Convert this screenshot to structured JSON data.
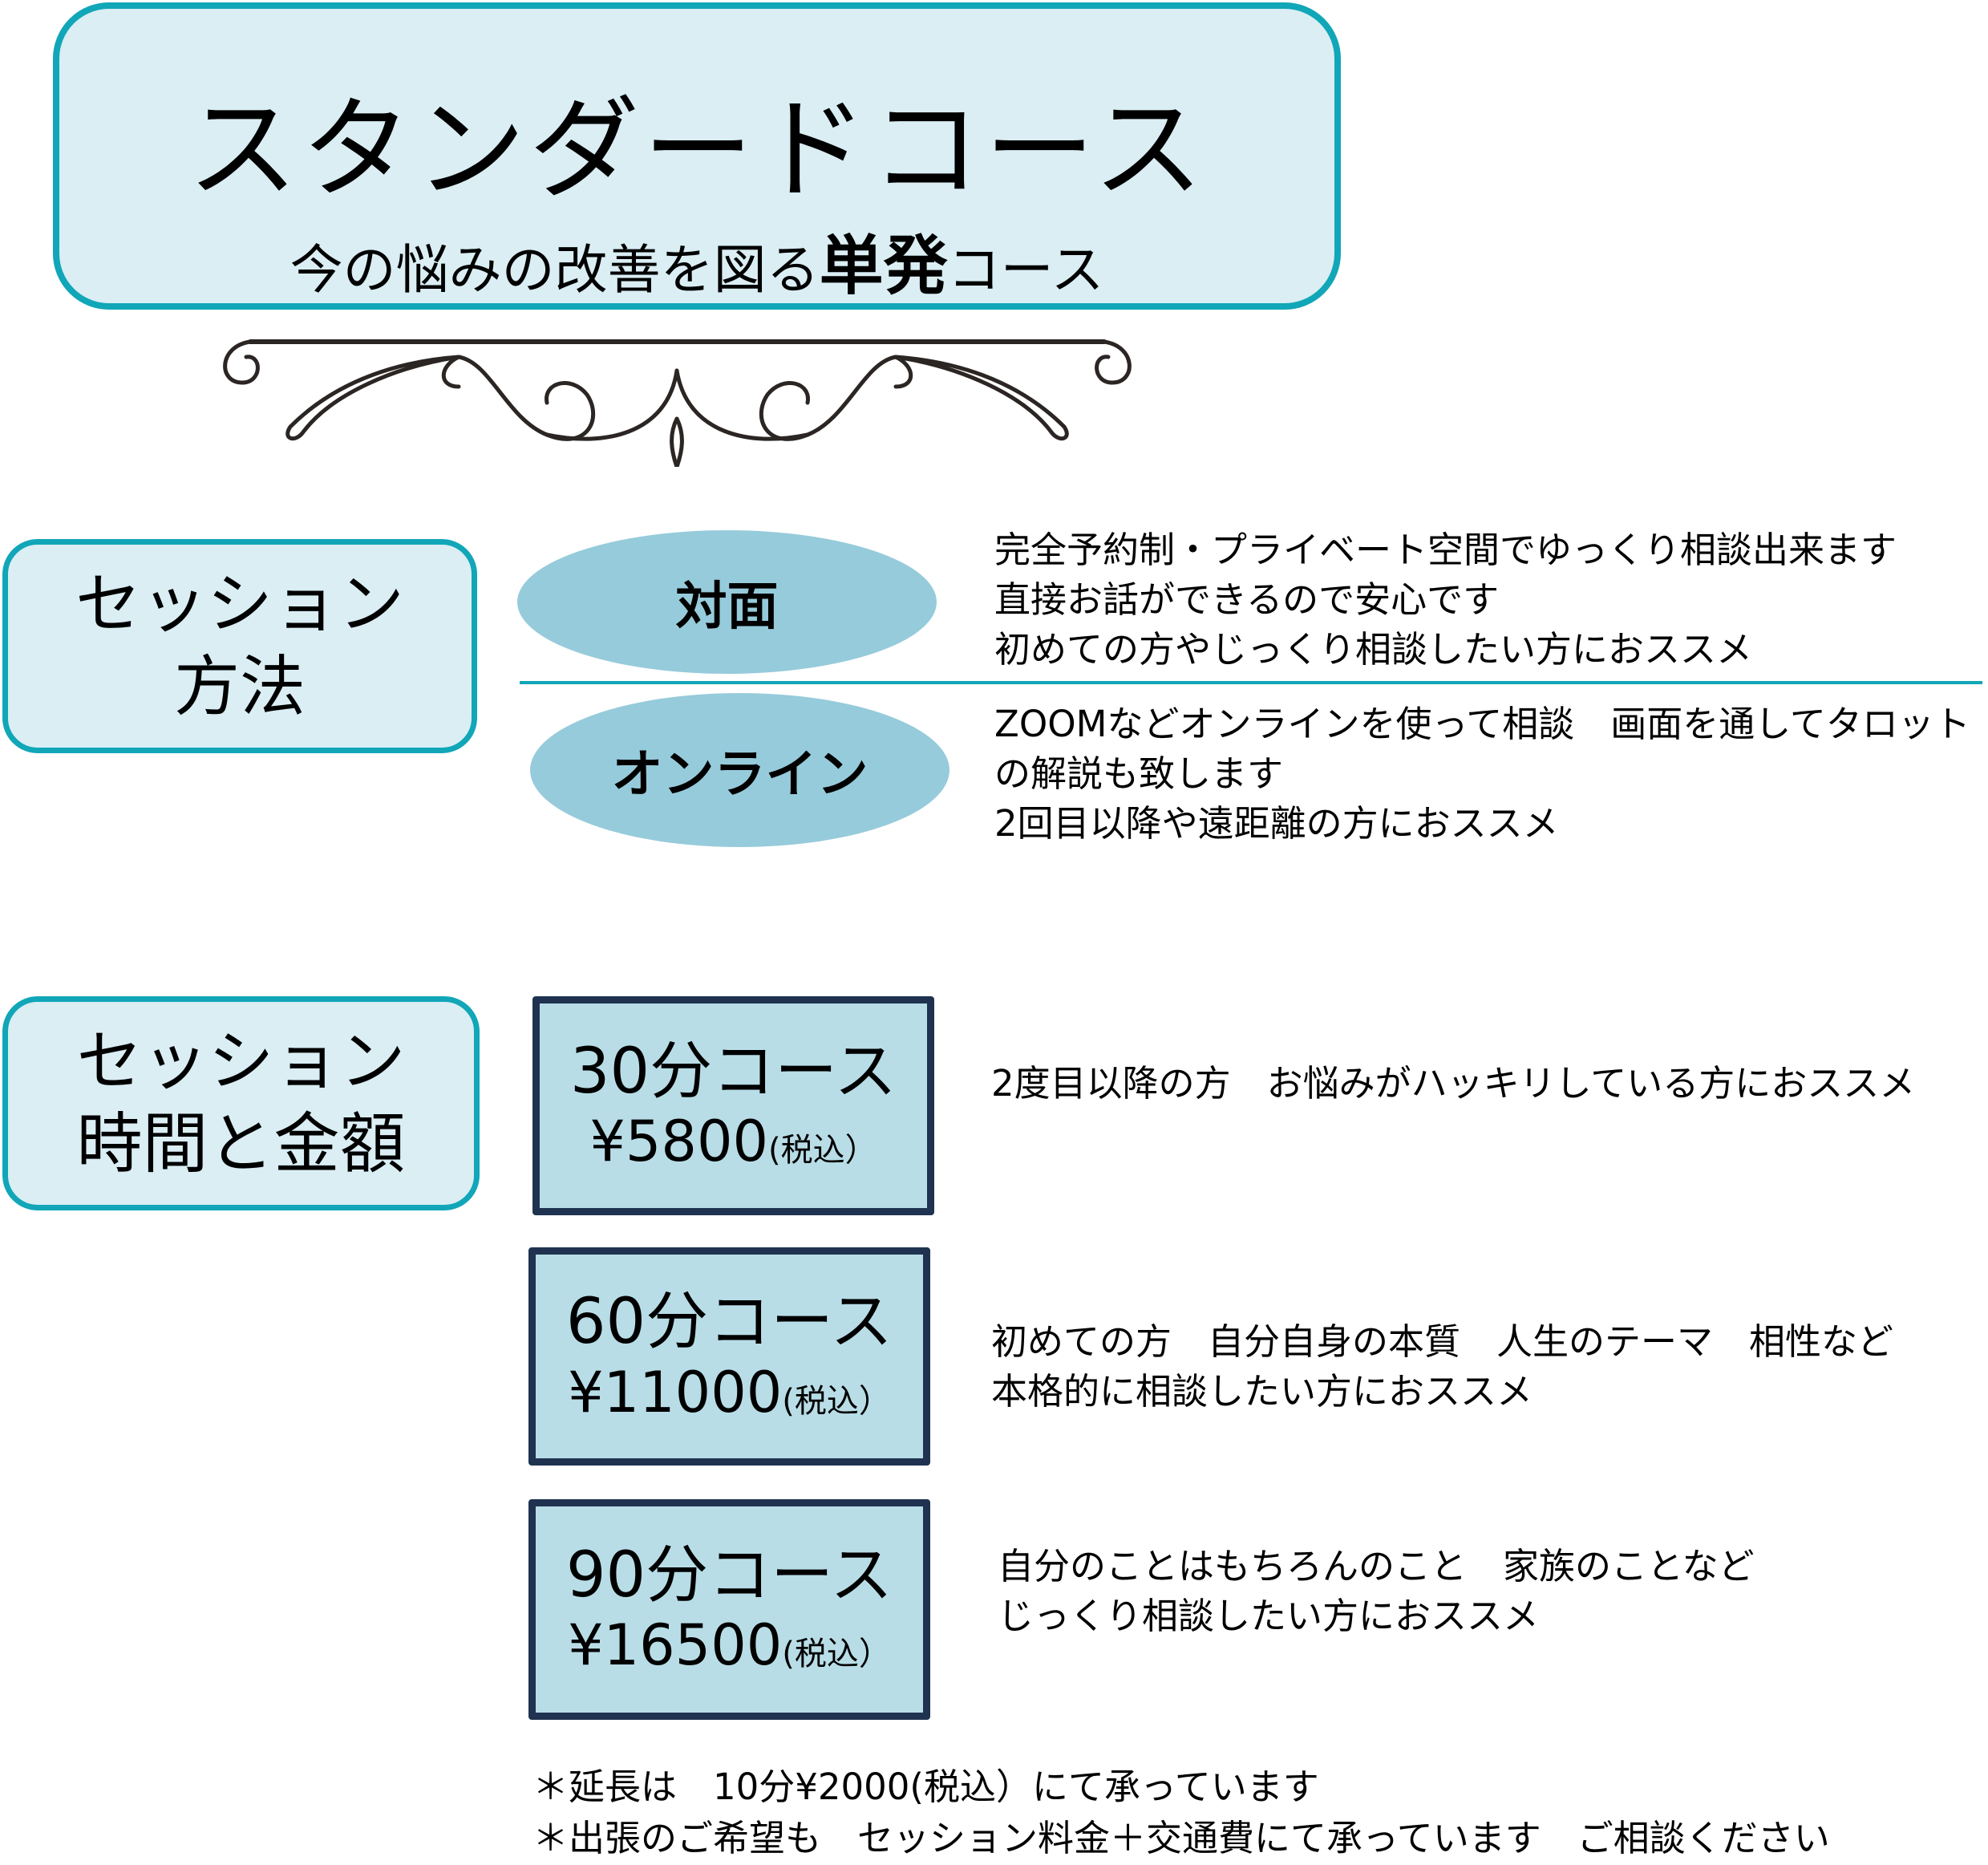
{
  "header": {
    "title": "スタンダードコース",
    "subtitle_prefix": "今の悩みの改善を図る",
    "subtitle_bold": "単発",
    "subtitle_suffix": "コース"
  },
  "ornament": {
    "icon": "scroll-ornament-divider"
  },
  "colors": {
    "accent_teal": "#11a6b8",
    "label_fill": "#daeef4",
    "ellipse_fill": "#96cbdb",
    "course_fill": "#b8dde7",
    "course_border": "#1f3350"
  },
  "method_section": {
    "label_line1": "セッション",
    "label_line2": "方法",
    "methods": [
      {
        "name": "対面",
        "lines": [
          "完全予約制・プライベート空間でゆっくり相談出来ます",
          "直接お話ができるので安心です",
          "初めての方やじっくり相談したい方におススメ"
        ]
      },
      {
        "name": "オンライン",
        "lines": [
          "ZOOMなどオンラインを使って相談　画面を通してタロット",
          "の解説も致します",
          "2回目以降や遠距離の方におススメ"
        ]
      }
    ]
  },
  "time_section": {
    "label_line1": "セッション",
    "label_line2": "時間と金額",
    "courses": [
      {
        "name": "30分コース",
        "price": "¥5800",
        "tax": "(税込）",
        "lines": [
          "2度目以降の方　お悩みがハッキリしている方におススメ"
        ]
      },
      {
        "name": "60分コース",
        "price": "¥11000",
        "tax": "(税込）",
        "lines": [
          "初めての方　自分自身の本質　人生のテーマ　相性など",
          "本格的に相談したい方におススメ"
        ]
      },
      {
        "name": "90分コース",
        "price": "¥16500",
        "tax": "(税込）",
        "lines": [
          "自分のことはもちろんのこと　家族のことなど",
          "じっくり相談したい方におススメ"
        ]
      }
    ]
  },
  "notes": [
    "＊延長は　10分¥2000(税込）にて承っています",
    "＊出張のご希望も　セッション料金＋交通費にて承っています　ご相談ください"
  ]
}
